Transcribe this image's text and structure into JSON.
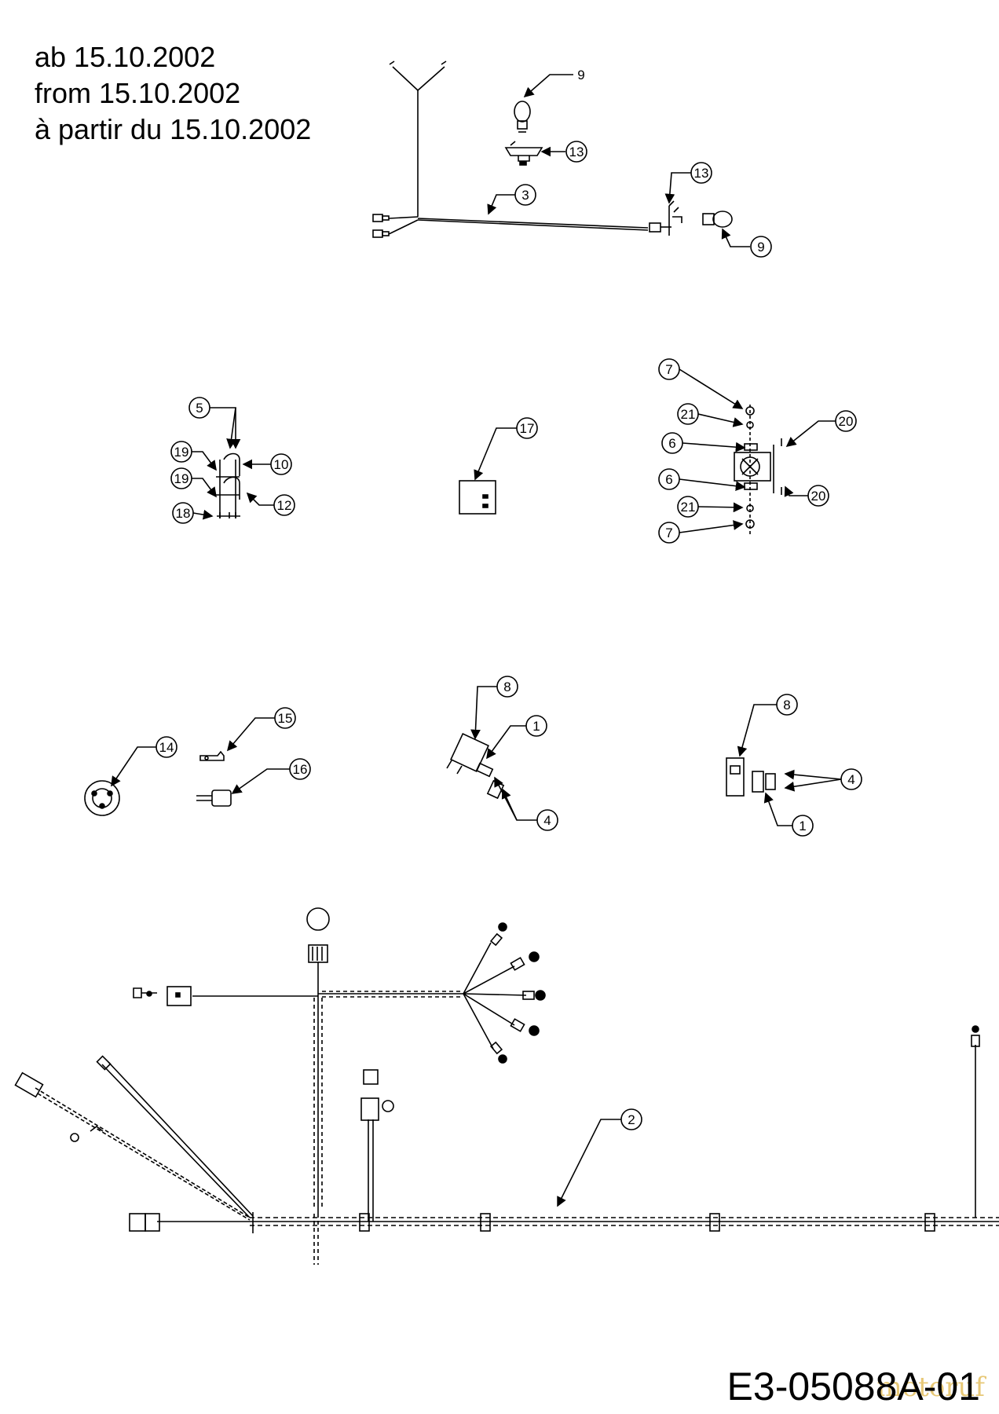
{
  "header": {
    "line_de": "ab 15.10.2002",
    "line_en": "from 15.10.2002",
    "line_fr": "à partir du 15.10.2002"
  },
  "doc_code": "E3-05088A-01",
  "watermark": "motoruf",
  "callouts": {
    "top_bulb_9": "9",
    "top_socket_13": "13",
    "harness_3": "3",
    "right_socket_13": "13",
    "right_bulb_9": "9",
    "sw_5": "5",
    "sw_19a": "19",
    "sw_10": "10",
    "sw_19b": "19",
    "sw_12": "12",
    "sw_18": "18",
    "relay_17": "17",
    "cl_7a": "7",
    "cl_21a": "21",
    "cl_20a": "20",
    "cl_6a": "6",
    "cl_6b": "6",
    "cl_20b": "20",
    "cl_21b": "21",
    "cl_7b": "7",
    "ign_14": "14",
    "key_15": "15",
    "key_16": "16",
    "fuse_l_8": "8",
    "fuse_l_1": "1",
    "fuse_l_4": "4",
    "fuse_r_8": "8",
    "fuse_r_4": "4",
    "fuse_r_1": "1",
    "main_2": "2"
  },
  "colors": {
    "ink": "#000000",
    "background": "#ffffff"
  }
}
